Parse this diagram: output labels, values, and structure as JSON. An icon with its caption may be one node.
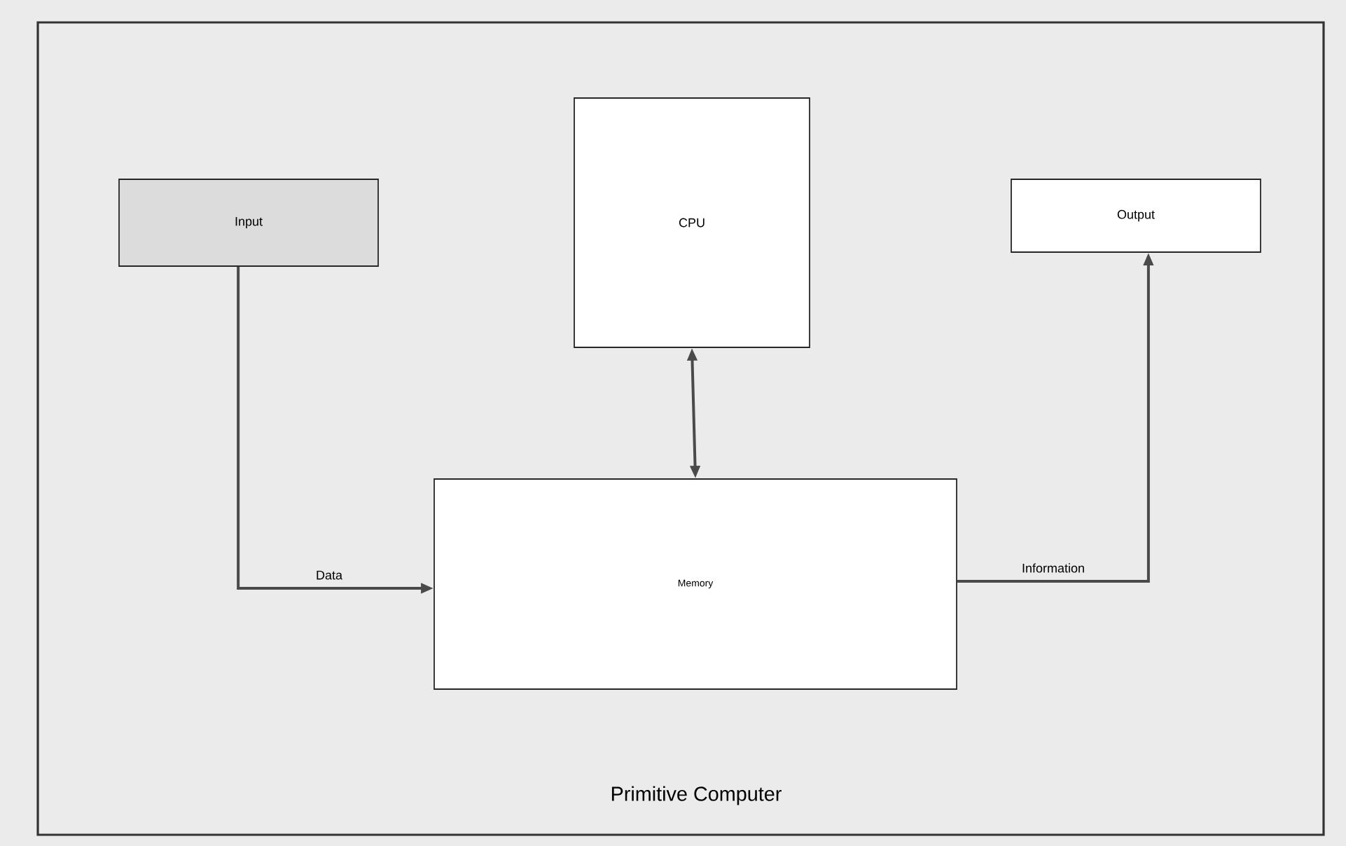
{
  "diagram": {
    "caption": "Primitive Computer",
    "nodes": [
      {
        "text": [
          "Input"
        ]
      },
      {
        "text": [
          "CPU"
        ]
      },
      {
        "text": [
          "Output"
        ]
      },
      {
        "text": [
          "Memory"
        ]
      }
    ],
    "edges": [
      {
        "from": 0,
        "to": 3,
        "arrow": "to",
        "label": "Data"
      },
      {
        "from": 1,
        "to": 3,
        "arrow": "both"
      },
      {
        "from": 3,
        "to": 2,
        "arrow": "to",
        "label": "Information"
      }
    ]
  }
}
